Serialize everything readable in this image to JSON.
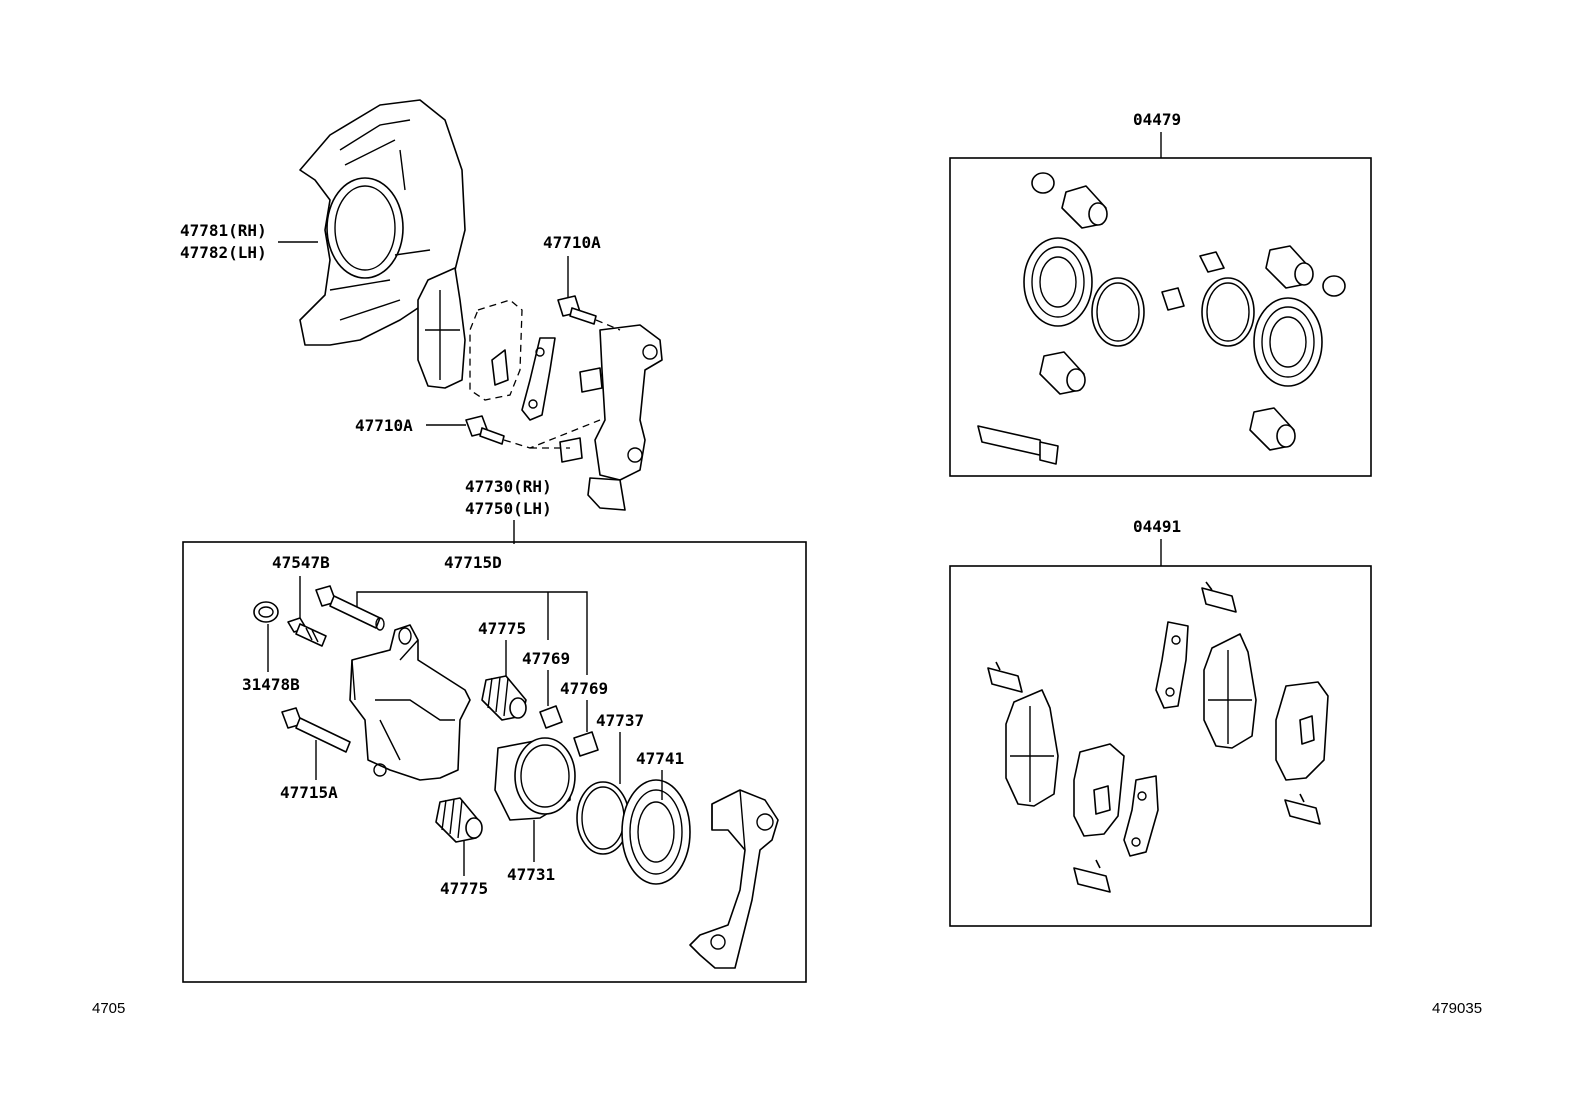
{
  "labels": {
    "shield_rh": "47781(RH)",
    "shield_lh": "47782(LH)",
    "bolt_top": "47710A",
    "bolt_mid": "47710A",
    "caliper_rh": "47730(RH)",
    "caliper_lh": "47750(LH)",
    "bleeder": "47547B",
    "cap": "31478B",
    "pin_set": "47715D",
    "boot_upper": "47775",
    "bush_1": "47769",
    "bush_2": "47769",
    "pin_bolt": "47715A",
    "seal": "47737",
    "piston_boot": "47741",
    "piston": "47731",
    "boot_lower": "47775",
    "kit_seal": "04479",
    "kit_pad": "04491"
  },
  "footer": {
    "left_code": "4705",
    "right_code": "479035"
  }
}
